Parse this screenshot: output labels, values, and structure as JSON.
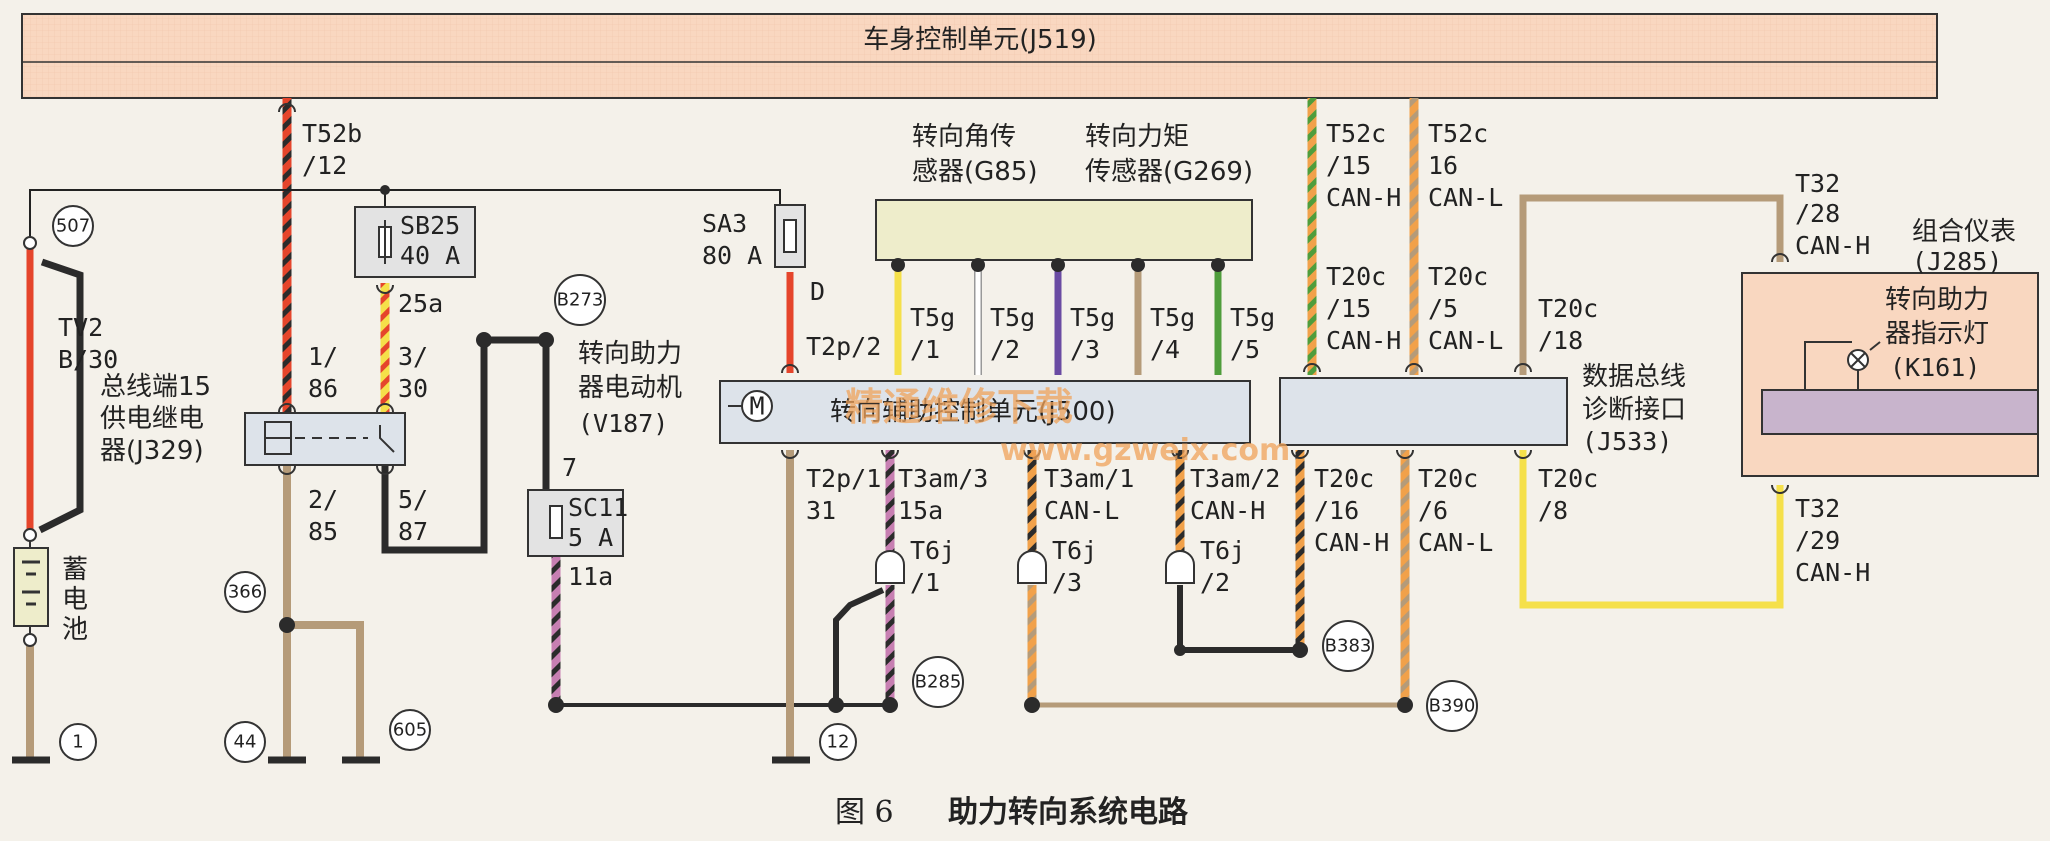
{
  "colors": {
    "bcm_fill": "#f9d7c0",
    "box_fill": "#dde3ea",
    "fuse_fill": "#e3e3e3",
    "sensor_fill": "#eeedcb",
    "red": "#e5452b",
    "black": "#2b2b2b",
    "tan": "#b59b79",
    "yellow": "#f5e04a",
    "green": "#4f9d3c",
    "purple": "#6a4ba3",
    "orange": "#f1a14a",
    "pink": "#c77fb2",
    "white": "#ffffff"
  },
  "bcm": {
    "title": "车身控制单元(J519)"
  },
  "steering": {
    "title": "转向辅助控制单元(J500)",
    "motor_symbol": "M"
  },
  "motor": {
    "name_line1": "转向助力",
    "name_line2": "器电动机",
    "code": "(V187)"
  },
  "sensors": {
    "angle_line1": "转向角传",
    "angle_line2": "感器(G85)",
    "torque_line1": "转向力矩",
    "torque_line2": "传感器(G269)"
  },
  "gateway": {
    "name_line1": "数据总线",
    "name_line2": "诊断接口",
    "code": "(J533)"
  },
  "cluster": {
    "name": "组合仪表",
    "code": "(J285)",
    "lamp_line1": "转向助力",
    "lamp_line2": "器指示灯",
    "lamp_code": "(K161)"
  },
  "relay": {
    "name_line1": "总线端15",
    "name_line2": "供电继电",
    "name_line3": "器(J329)"
  },
  "battery": {
    "c1": "蓄",
    "c2": "电",
    "c3": "池"
  },
  "fuses": {
    "sb25_name": "SB25",
    "sb25_rating": "40 A",
    "sa3_name": "SA3",
    "sa3_rating": "80 A",
    "sc11_name": "SC11",
    "sc11_rating": "5 A"
  },
  "labels": {
    "t52b": "T52b",
    "t52b_pin": "/12",
    "tv2": "TV2",
    "b30": "B/30",
    "l25a": "25a",
    "p1": "1/",
    "p86": "86",
    "p3": "3/",
    "p30": "30",
    "p2": "2/",
    "p85": "85",
    "p5": "5/",
    "p87": "87",
    "n7": "7",
    "l11a": "11a",
    "d": "D",
    "t2p2": "T2p/2",
    "t2p1": "T2p/1",
    "n31": "31",
    "t3am3": "T3am/3",
    "l15a": "15a",
    "t3am1": "T3am/1",
    "t3am2": "T3am/2",
    "canl": "CAN-L",
    "canh": "CAN-H",
    "t5g": "T5g",
    "s1": "/1",
    "s2": "/2",
    "s3": "/3",
    "s4": "/4",
    "s5": "/5",
    "t6j": "T6j",
    "t52c": "T52c",
    "p15": "/15",
    "p16": "16",
    "t20c": "T20c",
    "p5b": "/5",
    "p18": "/18",
    "p16b": "/16",
    "p6": "/6",
    "p8": "/8",
    "t32": "T32",
    "p28": "/28",
    "p29": "/29"
  },
  "circles": {
    "c507": "507",
    "c366": "366",
    "c44": "44",
    "c605": "605",
    "c1": "1",
    "c12": "12",
    "b273": "B273",
    "b285": "B285",
    "b383": "B383",
    "b390": "B390"
  },
  "watermark": {
    "main": "精通维修下载",
    "url": "www.gzweix.com"
  },
  "caption": {
    "fig": "图 6",
    "text": "助力转向系统电路"
  }
}
